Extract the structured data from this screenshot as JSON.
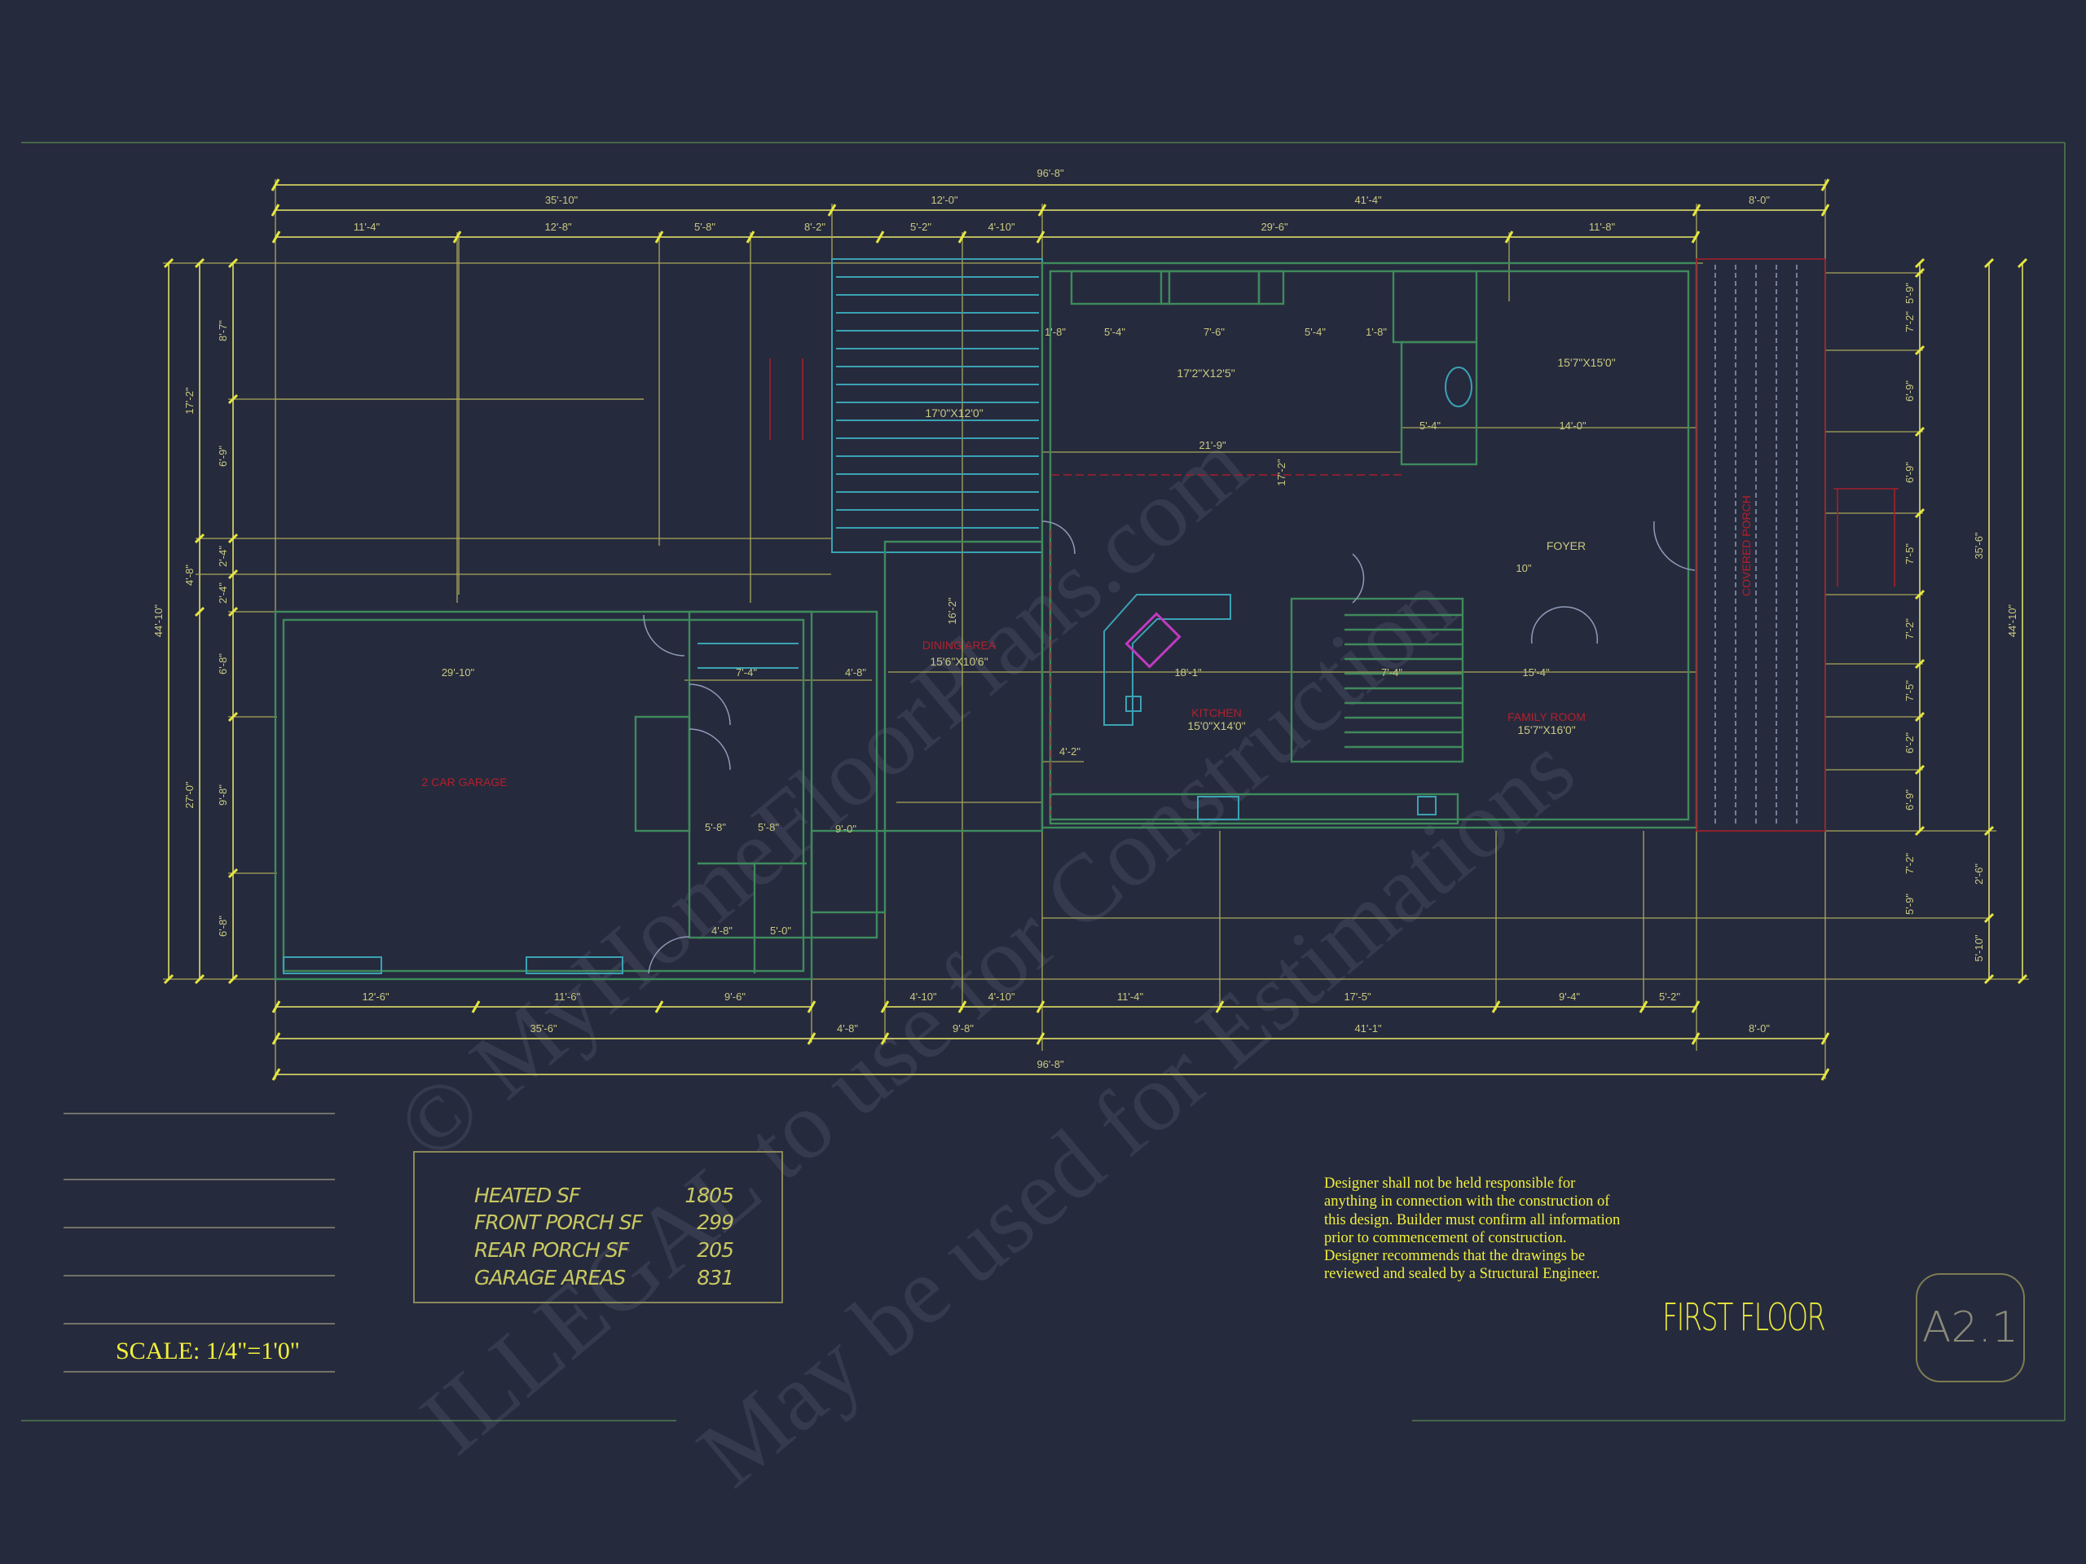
{
  "sheet": {
    "title": "FIRST FLOOR",
    "sheet_number": "A2.1",
    "scale_label": "SCALE: 1/4\"=1'0\""
  },
  "area_table": [
    {
      "label": "HEATED SF",
      "value": "1805"
    },
    {
      "label": "FRONT PORCH SF",
      "value": "299"
    },
    {
      "label": "REAR PORCH SF",
      "value": "205"
    },
    {
      "label": "GARAGE AREAS",
      "value": "831"
    }
  ],
  "notes": [
    "Designer shall not be held responsible for",
    "anything in connection with the construction of",
    "this design. Builder must confirm all information",
    "prior to commencement of construction.",
    "Designer recommends that the drawings be",
    "reviewed and sealed by a Structural Engineer."
  ],
  "watermark": [
    "© MyHomeFloorPlans.com",
    "ILLEGAL to use for Construction",
    "May be used for Estimations"
  ],
  "dimensions": {
    "top_overall": "96'-8\"",
    "top_middle": [
      "35'-10\"",
      "12'-0\"",
      "41'-4\"",
      "8'-0\""
    ],
    "top_detail": [
      "11'-4\"",
      "12'-8\"",
      "5'-8\"",
      "8'-2\"",
      "5'-2\"",
      "4'-10\"",
      "29'-6\"",
      "11'-8\""
    ],
    "bottom_detail": [
      "12'-6\"",
      "11'-6\"",
      "9'-6\"",
      "4'-10\"",
      "4'-10\"",
      "11'-4\"",
      "17'-5\"",
      "9'-4\"",
      "5'-2\""
    ],
    "bottom_middle": [
      "35'-6\"",
      "4'-8\"",
      "9'-8\"",
      "41'-1\"",
      "8'-0\""
    ],
    "bottom_overall": "96'-8\"",
    "left_overall": "44'-10\"",
    "left_middle": [
      "17'-2\"",
      "4'-8\"",
      "27'-0\""
    ],
    "left_detail": [
      "8'-7\"",
      "6'-9\"",
      "2'-4\"",
      "2'-4\"",
      "6'-8\"",
      "9'-8\"",
      "6'-8\""
    ],
    "right_overall": "44'-10\"",
    "right_middle": [
      "35'-6\"",
      "2'-6\"",
      "5'-10\""
    ],
    "right_detail": [
      "5'-9\"",
      "7'-2\"",
      "6'-9\"",
      "6'-9\"",
      "7'-5\"",
      "7'-2\"",
      "7'-5\"",
      "6'-2\"",
      "6'-9\"",
      "7'-2\"",
      "5'-9\""
    ],
    "interior": [
      "1'-8\"",
      "5'-4\"",
      "7'-6\"",
      "5'-4\"",
      "1'-8\"",
      "21'-9\"",
      "14'-0\"",
      "5'-4\"",
      "17'-2\"",
      "18'-1\"",
      "7'-4\"",
      "15'-4\"",
      "10\"",
      "29'-10\"",
      "7'-4\"",
      "5'-8\"",
      "5'-8\"",
      "4'-8\"",
      "5'-0\"",
      "9'-0\"",
      "4'-2\"",
      "4'-8\"",
      "16'-2\""
    ]
  },
  "rooms": [
    {
      "name": "2 CAR GARAGE",
      "size": ""
    },
    {
      "name": "FOYER",
      "size": ""
    },
    {
      "name": "KITCHEN",
      "size": "15'0\"X14'0\""
    },
    {
      "name": "FAMILY ROOM",
      "size": "15'7\"X16'0\""
    },
    {
      "name": "DINING AREA",
      "size": "15'6\"X10'6\""
    },
    {
      "name": "COVERED PORCH",
      "size": ""
    },
    {
      "name": "",
      "size": "17'0\"X12'0\""
    },
    {
      "name": "",
      "size": "17'2\"X12'5\""
    },
    {
      "name": "",
      "size": "15'7\"X15'0\""
    }
  ],
  "colors": {
    "background": "#262a3d",
    "dimension": "#c9c980",
    "wall": "#3f8a5c",
    "fixture": "#3aa2b4",
    "annotation": "#b3202c",
    "note_text": "#f0f03a"
  }
}
